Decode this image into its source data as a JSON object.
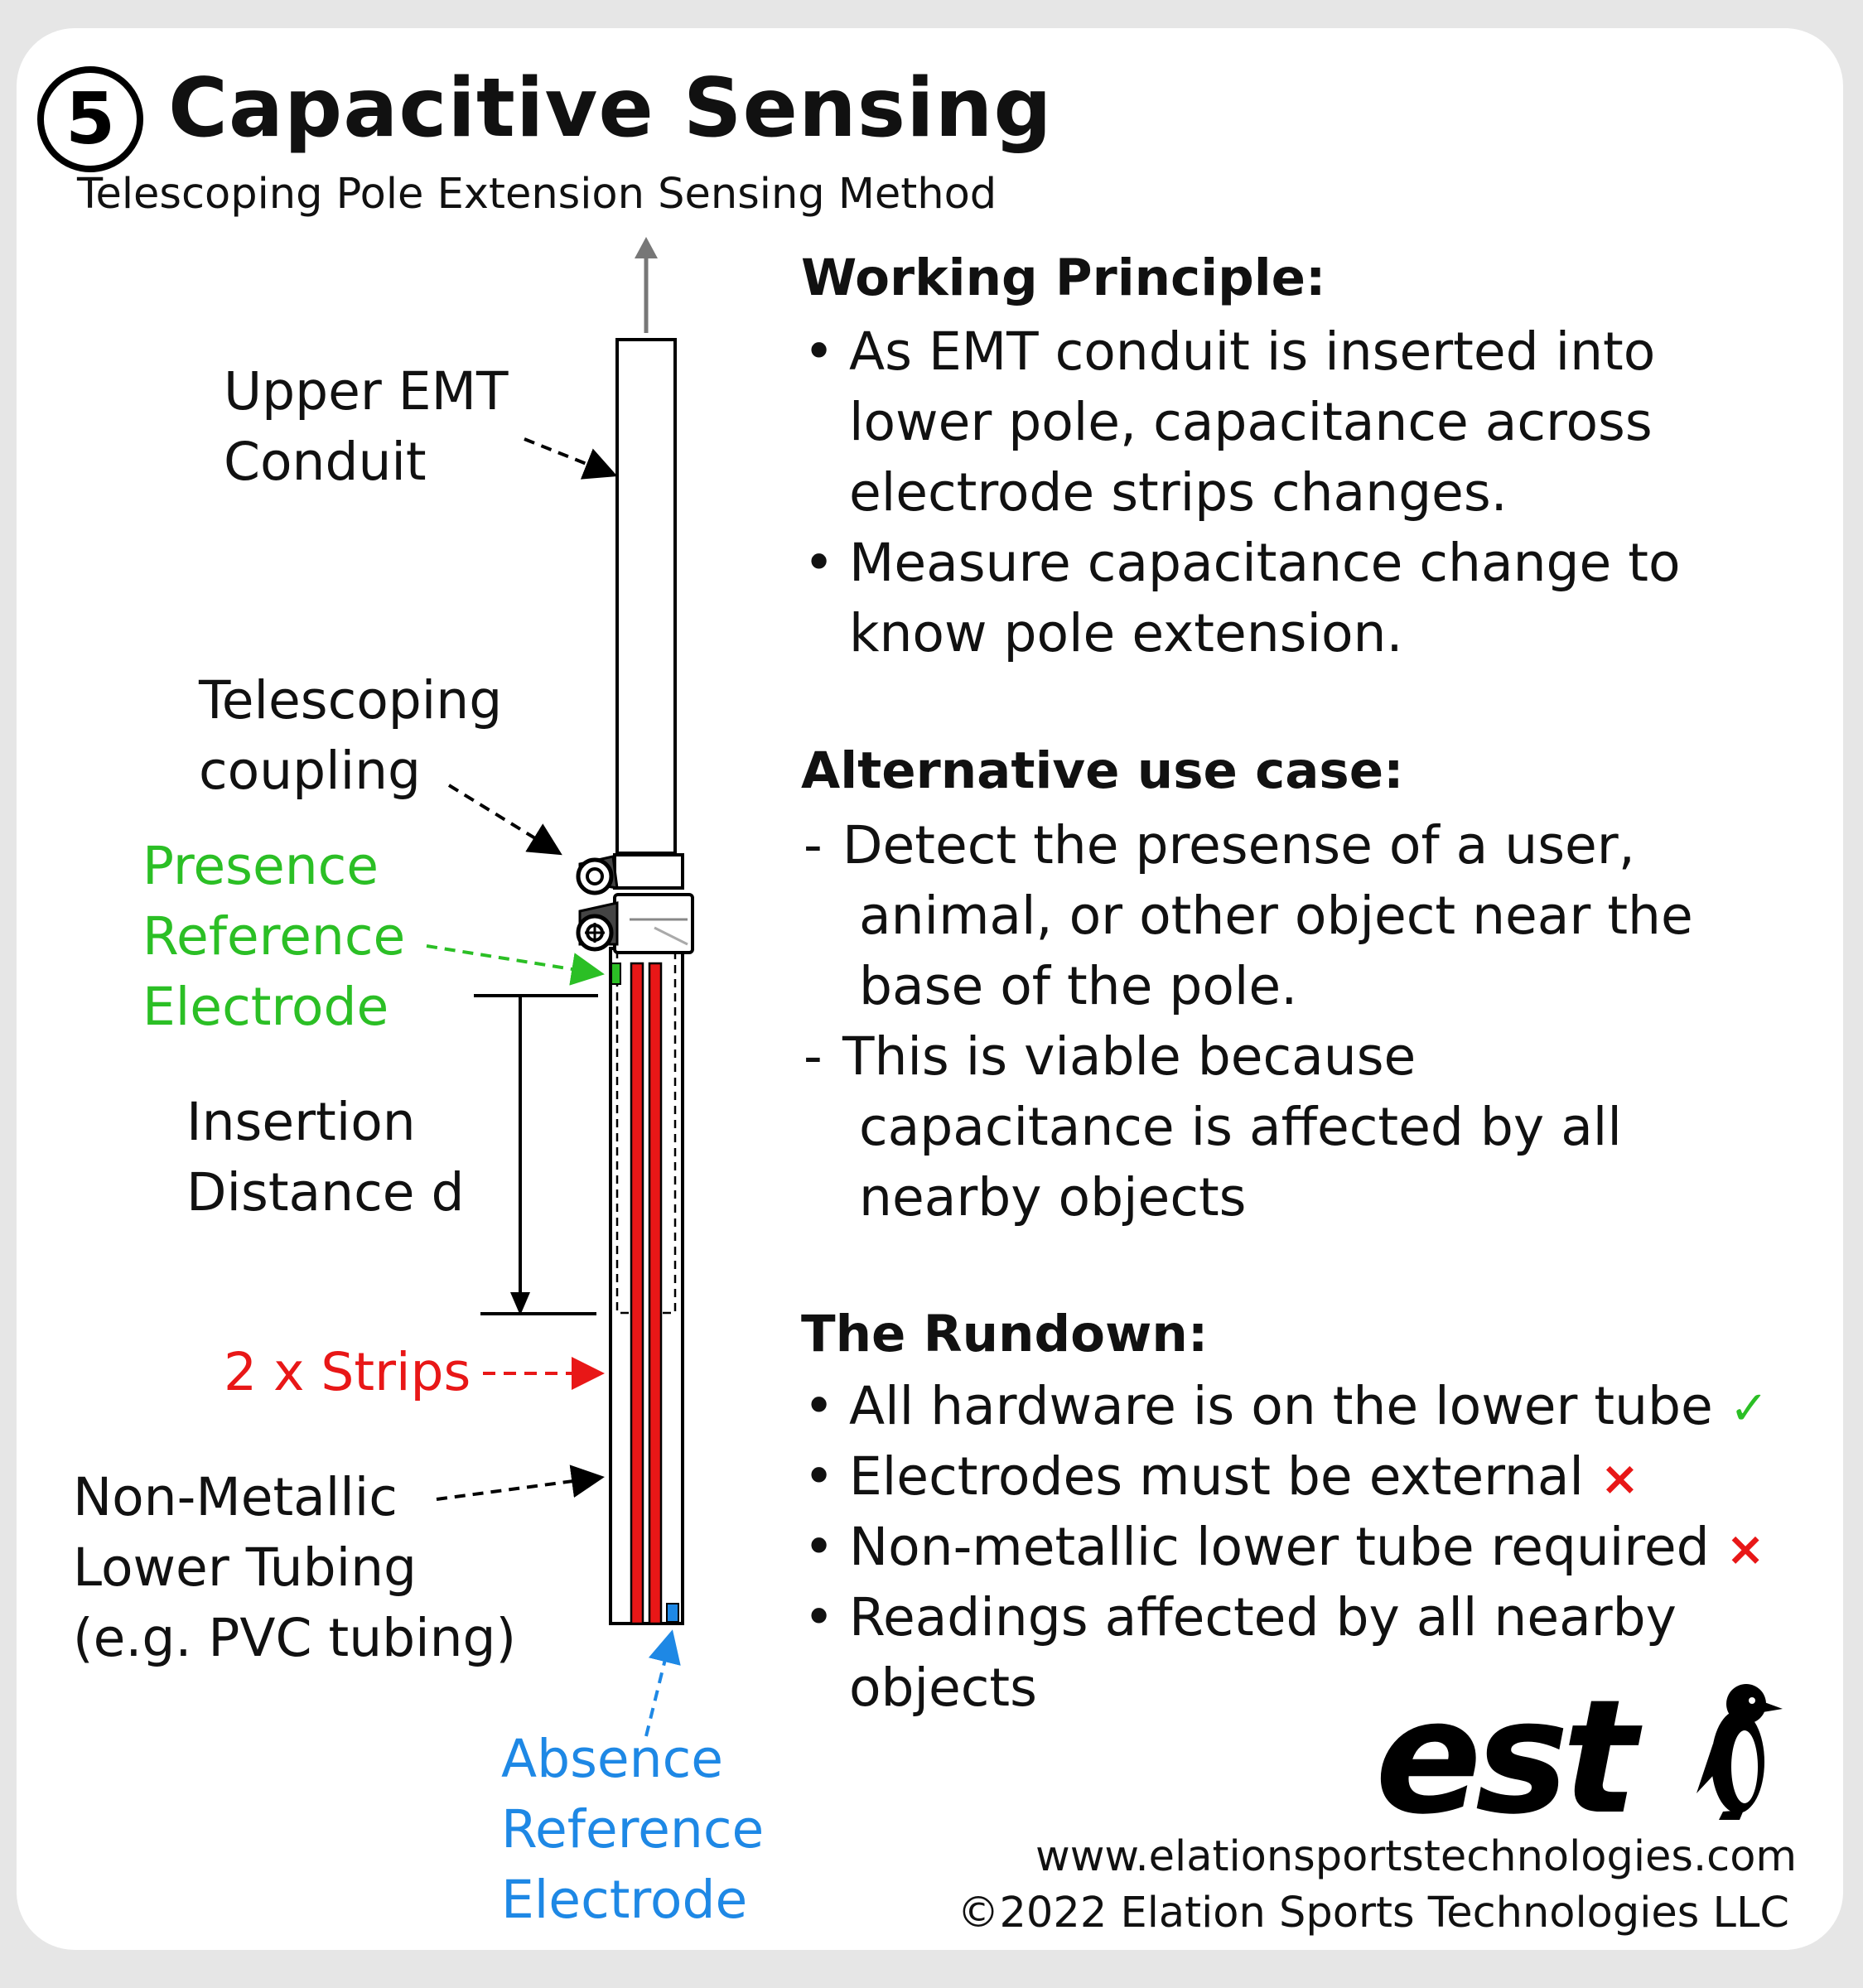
{
  "badge_number": "5",
  "title": "Capacitive Sensing",
  "subtitle": "Telescoping Pole Extension Sensing Method",
  "labels": {
    "upper_emt": "Upper EMT\nConduit",
    "telescoping": "Telescoping\ncoupling",
    "presence": "Presence\nReference\nElectrode",
    "insertion": "Insertion\nDistance d",
    "strips": "2 x Strips",
    "lower_tubing": "Non-Metallic\nLower Tubing\n(e.g. PVC tubing)",
    "absence": "Absence\nReference\nElectrode"
  },
  "working_principle": {
    "heading": "Working Principle:",
    "bullets": [
      "As EMT conduit is inserted into\nlower pole, capacitance across\nelectrode strips changes.",
      "Measure capacitance change to\nknow pole extension."
    ]
  },
  "alternative": {
    "heading": "Alternative use case:",
    "items": [
      "Detect the presense of a user,\n animal, or other object near the\n base of the pole.",
      "This is viable because\n capacitance is affected by all\n nearby objects"
    ]
  },
  "rundown": {
    "heading": "The Rundown:",
    "items": [
      {
        "text": "All hardware is on the lower tube",
        "mark": "✓",
        "mark_color": "#2bbf25"
      },
      {
        "text": "Electrodes must be external",
        "mark": "×",
        "mark_color": "#e81717"
      },
      {
        "text": "Non-metallic lower tube required",
        "mark": "×",
        "mark_color": "#e81717"
      },
      {
        "text": "Readings affected by all nearby\nobjects",
        "mark": "",
        "mark_color": ""
      }
    ]
  },
  "logo_text": "est",
  "url": "www.elationsportstechnologies.com",
  "copyright": "©2022 Elation Sports Technologies LLC",
  "colors": {
    "presence": "#2bbf25",
    "strips": "#e81717",
    "absence": "#1e88e5"
  }
}
